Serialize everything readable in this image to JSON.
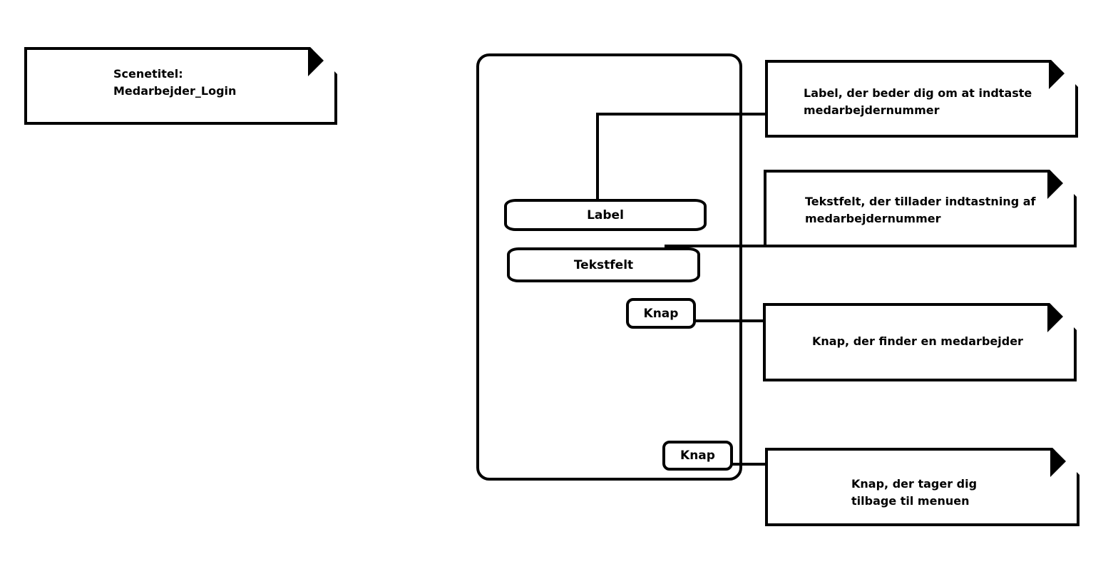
{
  "scene_note": {
    "line1": "Scenetitel:",
    "line2": "Medarbejder_Login"
  },
  "mockup": {
    "label": "Label",
    "textfield": "Tekstfelt",
    "find_button": "Knap",
    "back_button": "Knap"
  },
  "annotations": {
    "label_note": {
      "line1": "Label, der beder dig om at indtaste",
      "line2": "medarbejdernummer"
    },
    "textfield_note": {
      "line1": "Tekstfelt, der tillader indtastning af",
      "line2": "medarbejdernummer"
    },
    "find_button_note": {
      "line1": "Knap, der finder en medarbejder"
    },
    "back_button_note": {
      "line1": "Knap, der tager dig",
      "line2": "tilbage til menuen"
    }
  }
}
